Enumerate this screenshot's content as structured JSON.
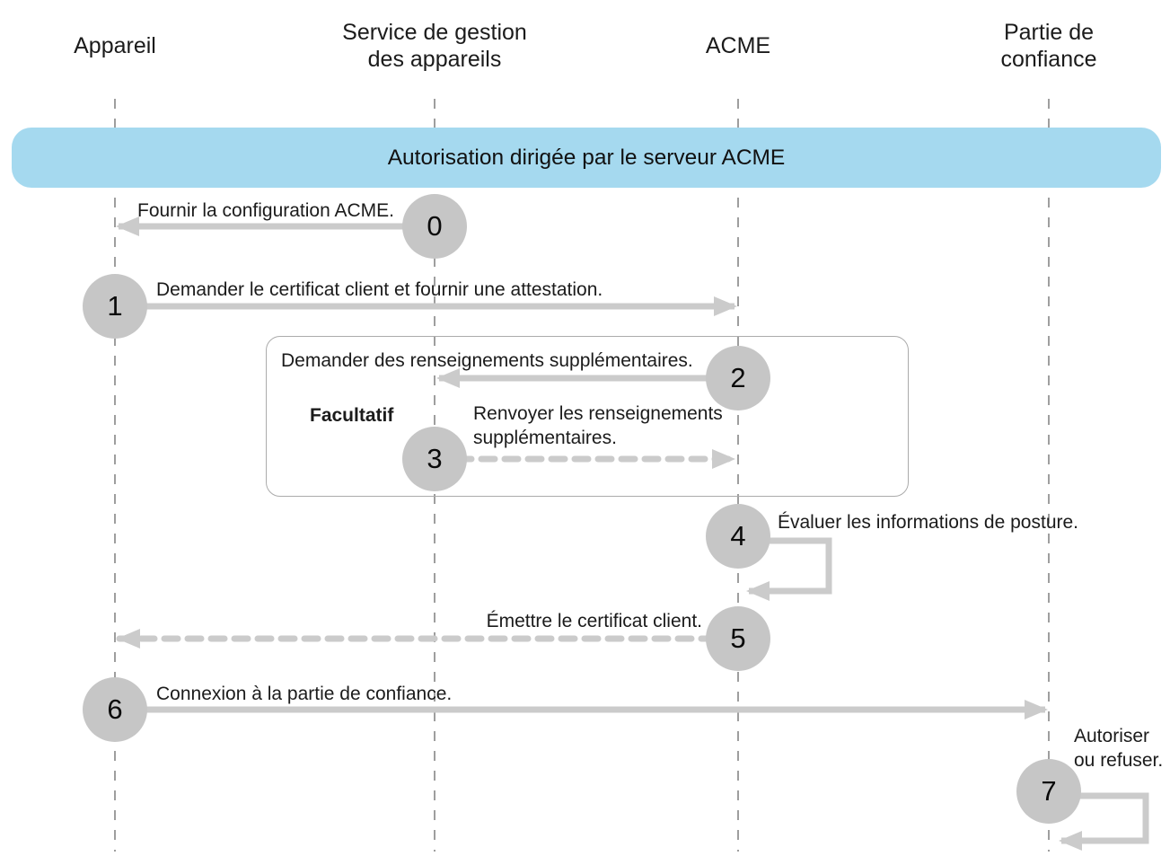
{
  "diagram": {
    "title": "Autorisation dirigée par le serveur ACME",
    "actors": [
      {
        "label": "Appareil"
      },
      {
        "label": "Service de gestion\ndes appareils"
      },
      {
        "label": "ACME"
      },
      {
        "label": "Partie de\nconfiance"
      }
    ],
    "optional_group_label": "Facultatif",
    "steps": [
      {
        "number": "0",
        "label": "Fournir la configuration ACME.",
        "from": "Service de gestion des appareils",
        "to": "Appareil",
        "style": "solid"
      },
      {
        "number": "1",
        "label": "Demander le certificat client et fournir une attestation.",
        "from": "Appareil",
        "to": "ACME",
        "style": "solid"
      },
      {
        "number": "2",
        "label": "Demander des renseignements supplémentaires.",
        "from": "ACME",
        "to": "Service de gestion des appareils",
        "style": "solid"
      },
      {
        "number": "3",
        "label": "Renvoyer les renseignements\nsupplémentaires.",
        "from": "Service de gestion des appareils",
        "to": "ACME",
        "style": "dashed"
      },
      {
        "number": "4",
        "label": "Évaluer les informations de posture.",
        "from": "ACME",
        "to": "ACME",
        "style": "self-loop"
      },
      {
        "number": "5",
        "label": "Émettre le certificat client.",
        "from": "ACME",
        "to": "Appareil",
        "style": "dashed"
      },
      {
        "number": "6",
        "label": "Connexion à la partie de confiance.",
        "from": "Appareil",
        "to": "Partie de confiance",
        "style": "solid"
      },
      {
        "number": "7",
        "label": "Autoriser\nou refuser.",
        "from": "Partie de confiance",
        "to": "Partie de confiance",
        "style": "self-loop"
      }
    ],
    "colors": {
      "banner_bg": "#A5D9EF",
      "circle_fill": "#C6C6C6",
      "arrow": "#CBCBCB",
      "lifeline": "#9E9E9E",
      "box_border": "#ABABAB"
    }
  }
}
